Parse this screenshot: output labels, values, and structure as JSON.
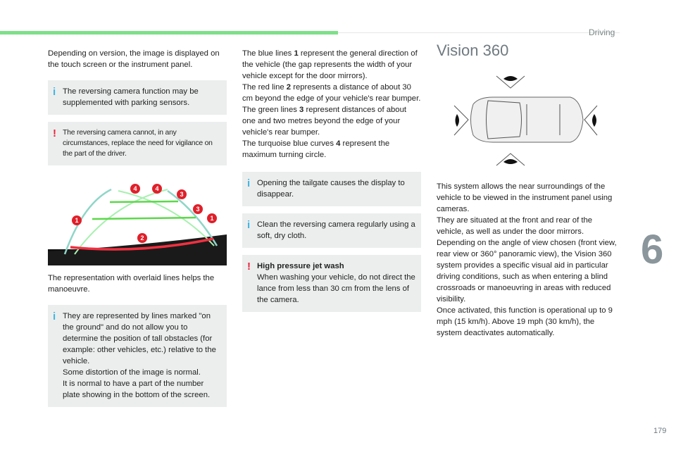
{
  "header": {
    "section": "Driving"
  },
  "col1": {
    "intro": "Depending on version, the image is displayed on the touch screen or the instrument panel.",
    "note_info": "The reversing camera function may be supplemented with parking sensors.",
    "note_warn": "The reversing camera cannot, in any circumstances, replace the need for vigilance on the part of the driver.",
    "image_labels": [
      "1",
      "1",
      "2",
      "3",
      "3",
      "4",
      "4"
    ],
    "para": "The representation with overlaid lines helps the manoeuvre.",
    "note_info2": [
      "They are represented by lines marked \"on the ground\" and do not allow you to determine the position of tall obstacles (for example: other vehicles, etc.) relative to the vehicle.",
      "Some distortion of the image is normal.",
      "It is normal to have a part of the number plate showing in the bottom of the screen."
    ]
  },
  "col2": {
    "lines": [
      {
        "pre": "The blue lines ",
        "num": "1",
        "post": " represent the general direction of the vehicle (the gap represents the width of your vehicle except for the door mirrors)."
      },
      {
        "pre": "The red line ",
        "num": "2",
        "post": " represents a distance of about 30 cm beyond the edge of your vehicle's rear bumper."
      },
      {
        "pre": "The green lines ",
        "num": "3",
        "post": " represent distances of about one and two metres beyond the edge of your vehicle's rear bumper."
      },
      {
        "pre": "The turquoise blue curves ",
        "num": "4",
        "post": " represent the maximum turning circle."
      }
    ],
    "note1": "Opening the tailgate causes the display to disappear.",
    "note2": "Clean the reversing camera regularly using a soft, dry cloth.",
    "warn_title": "High pressure jet wash",
    "warn_text": "When washing your vehicle, do not direct the lance from less than 30 cm from the lens of the camera."
  },
  "col3": {
    "title": "Vision 360",
    "paras": [
      "This system allows the near surroundings of the vehicle to be viewed in the instrument panel using cameras.",
      "They are situated at the front and rear of the vehicle, as well as under the door mirrors.",
      "Depending on the angle of view chosen (front view, rear view or 360° panoramic view), the Vision 360 system provides a specific visual aid in particular driving conditions, such as when entering a blind crossroads or manoeuvring in areas with reduced visibility.",
      "Once activated, this function is operational up to 9 mph (15 km/h). Above 19 mph (30 km/h), the system deactivates automatically."
    ]
  },
  "chapter": "6",
  "page_number": "179",
  "icons": {
    "info": "i",
    "warn": "!"
  }
}
